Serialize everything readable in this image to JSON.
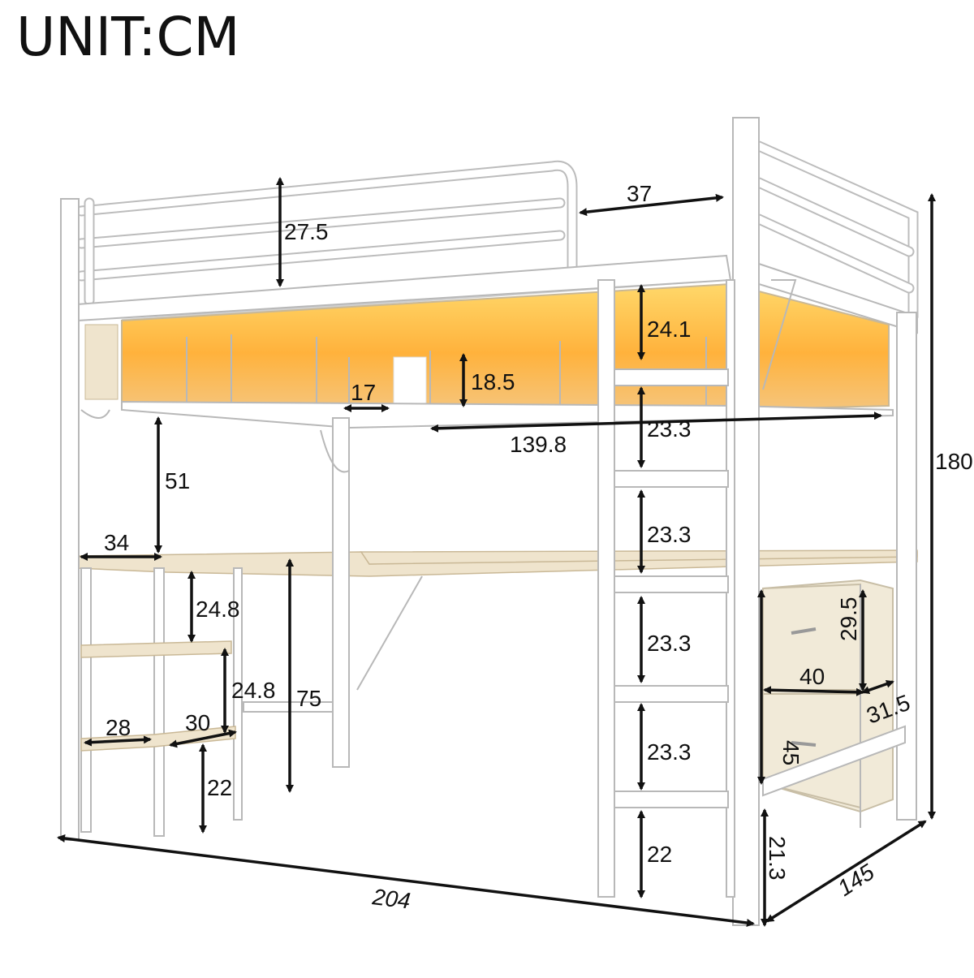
{
  "title": "UNIT:CM",
  "dimensions": {
    "guard_height": "27.5",
    "ladder_gap_top": "37",
    "bed_height_total": "180",
    "top_to_shelf": "24.1",
    "shelf_height": "18.5",
    "shelf_opening": "17",
    "shelf_length": "139.8",
    "rung_1": "23.3",
    "rung_2": "23.3",
    "rung_3": "23.3",
    "rung_4": "23.3",
    "rung_bottom": "22",
    "desk_clearance": "51",
    "desk_depth": "34",
    "side_shelf_1": "24.8",
    "side_shelf_2": "24.8",
    "desk_height": "75",
    "side_shelf_depth": "28",
    "side_shelf_width": "30",
    "side_shelf_bottom": "22",
    "drawer_height": "29.5",
    "drawer_width": "40",
    "drawer_depth": "31.5",
    "drawer_unit_height": "45",
    "drawer_floor_gap": "21.3",
    "length": "204",
    "width": "145"
  }
}
